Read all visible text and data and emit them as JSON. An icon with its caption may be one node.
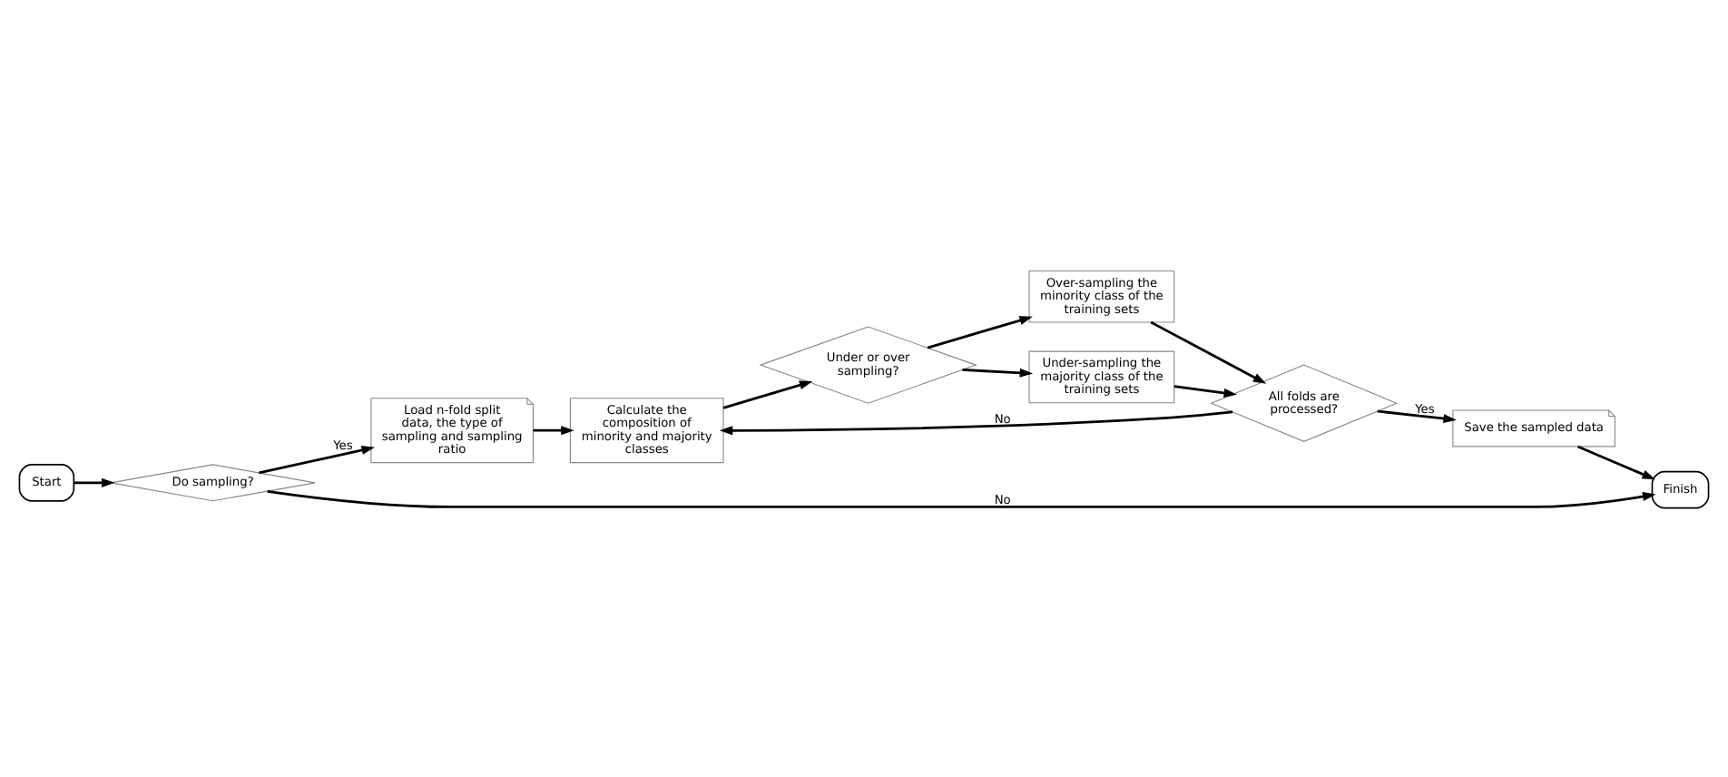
{
  "diagram": {
    "nodes": [
      {
        "text": [
          "Do sampling?"
        ]
      },
      {
        "text": [
          "Start"
        ]
      },
      {
        "text": [
          "Load n-fold split data, the type of sampling and sampling ratio"
        ]
      },
      {
        "text": [
          "Calculate the composition of minority and majority classes"
        ]
      },
      {
        "text": [
          "Under or over sampling?"
        ]
      },
      {
        "text": [
          "Over-sampling the minority class of the training sets"
        ]
      },
      {
        "text": [
          "Under-sampling the majority class of the training sets"
        ]
      },
      {
        "text": [
          "All folds are processed?"
        ]
      },
      {
        "text": [
          "Save the sampled data"
        ]
      },
      {
        "text": [
          "Finish"
        ]
      }
    ],
    "edges": [
      {
        "from": 1,
        "to": 0,
        "arrow": "to"
      },
      {
        "from": 0,
        "to": 2,
        "arrow": "to",
        "label": "Yes"
      },
      {
        "from": 0,
        "to": 9,
        "arrow": "to",
        "label": "No"
      },
      {
        "from": 2,
        "to": 3,
        "arrow": "to"
      },
      {
        "from": 3,
        "to": 4,
        "arrow": "to"
      },
      {
        "from": 4,
        "to": 5,
        "arrow": "to"
      },
      {
        "from": 4,
        "to": 6,
        "arrow": "to"
      },
      {
        "from": 5,
        "to": 7,
        "arrow": "to"
      },
      {
        "from": 6,
        "to": 7,
        "arrow": "to"
      },
      {
        "from": 7,
        "to": 3,
        "arrow": "to",
        "label": "No"
      },
      {
        "from": 7,
        "to": 8,
        "arrow": "to",
        "label": "Yes"
      },
      {
        "from": 8,
        "to": 9,
        "arrow": "to"
      }
    ]
  }
}
